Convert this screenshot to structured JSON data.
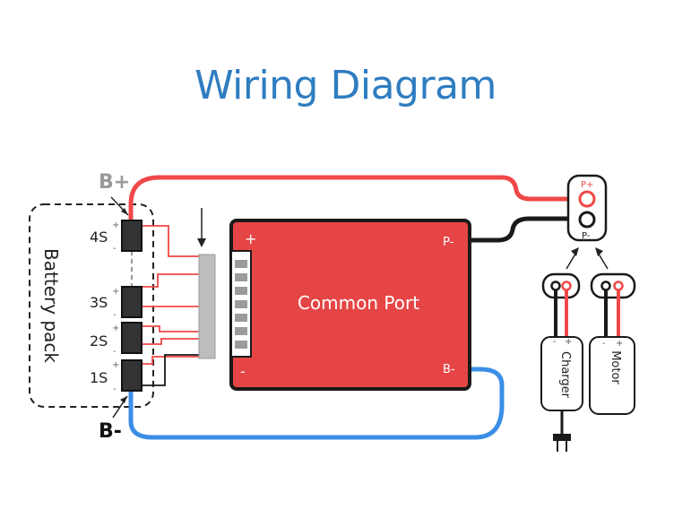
{
  "title": "Wiring Diagram",
  "battery": {
    "pack_label": "Battery pack",
    "bplus_label": "B+",
    "bminus_label": "B-",
    "cells": [
      "4S",
      "3S",
      "2S",
      "1S"
    ],
    "plus_sign": "+",
    "minus_sign": "-"
  },
  "board": {
    "label": "Common Port",
    "plus": "+",
    "minus": "-",
    "p_minus": "P-",
    "b_minus": "B-"
  },
  "connector": {
    "p_plus": "P+",
    "p_minus": "P-"
  },
  "charger": {
    "label": "Charger",
    "plus": "+",
    "minus": "-"
  },
  "motor": {
    "label": "Motor",
    "plus": "+",
    "minus": "-"
  },
  "colors": {
    "title": "#2f7dc1",
    "board_fill": "#e64545",
    "red_wire": "#f04848",
    "blue_wire": "#3a8ee6",
    "black_wire": "#1a1a1a",
    "terminal": "#9b9b9b"
  }
}
